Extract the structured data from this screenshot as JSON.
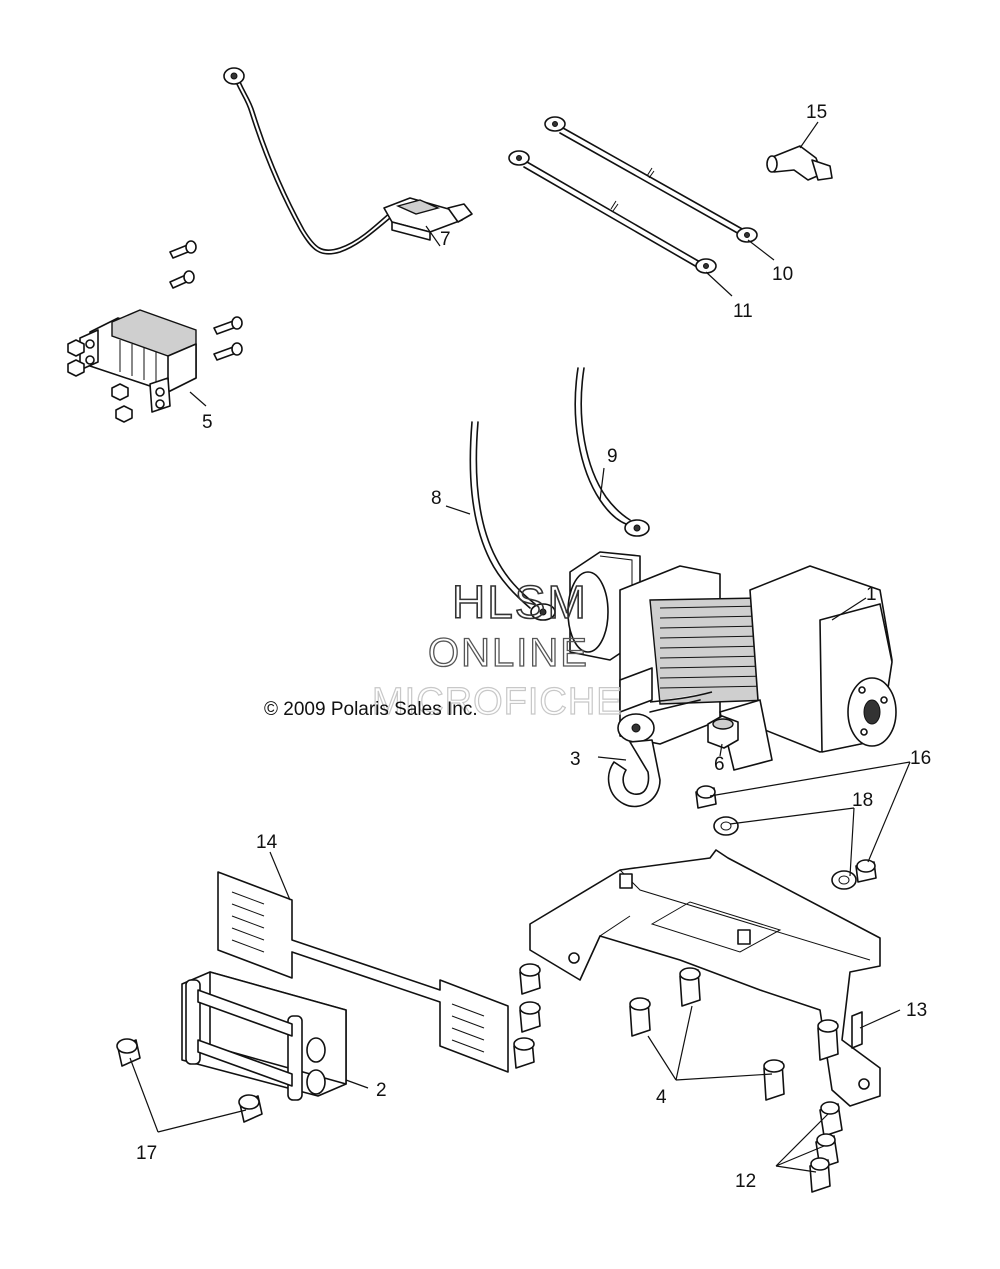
{
  "watermark": {
    "line1": "HLSM",
    "line2": "ONLINE",
    "line3": "MICROFICHE"
  },
  "copyright": "© 2009 Polaris Sales Inc.",
  "callouts": {
    "c1": "1",
    "c2": "2",
    "c3": "3",
    "c4": "4",
    "c5": "5",
    "c6": "6",
    "c7": "7",
    "c8": "8",
    "c9": "9",
    "c10": "10",
    "c11": "11",
    "c12": "12",
    "c13": "13",
    "c14": "14",
    "c15": "15",
    "c16": "16",
    "c17": "17",
    "c18": "18"
  },
  "icons": {
    "winch": "winch-assembly-icon",
    "hook": "hook-icon",
    "solenoid": "solenoid-icon",
    "remote": "remote-switch-icon",
    "fairlead": "roller-fairlead-icon",
    "plate": "mount-plate-icon",
    "bracket": "mount-bracket-icon",
    "cable": "cable-icon",
    "boot": "terminal-boot-icon",
    "bolt": "bolt-icon",
    "nut": "nut-icon",
    "washer": "washer-icon"
  }
}
